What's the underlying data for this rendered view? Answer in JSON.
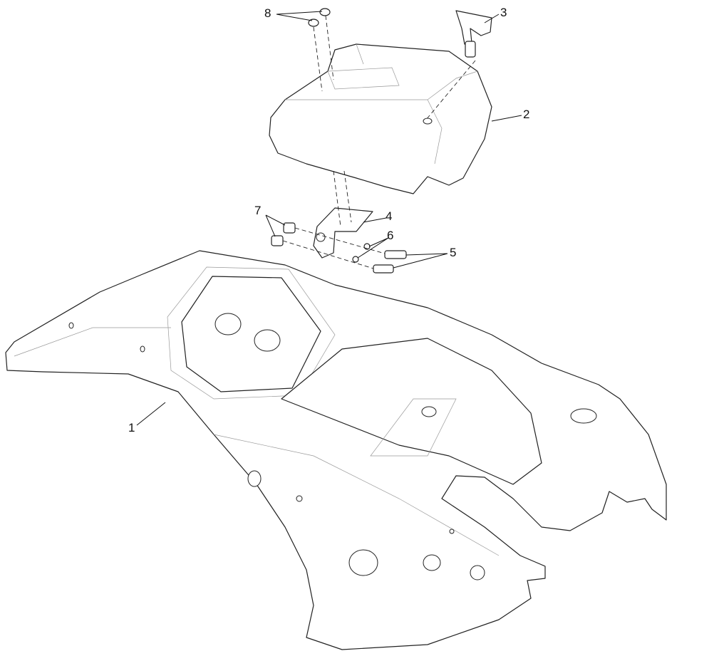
{
  "diagram": {
    "type": "exploded-parts-view",
    "callouts": [
      {
        "id": "1",
        "label": "1"
      },
      {
        "id": "2",
        "label": "2"
      },
      {
        "id": "3",
        "label": "3"
      },
      {
        "id": "4",
        "label": "4"
      },
      {
        "id": "5",
        "label": "5"
      },
      {
        "id": "6",
        "label": "6"
      },
      {
        "id": "7",
        "label": "7"
      },
      {
        "id": "8",
        "label": "8"
      }
    ]
  }
}
